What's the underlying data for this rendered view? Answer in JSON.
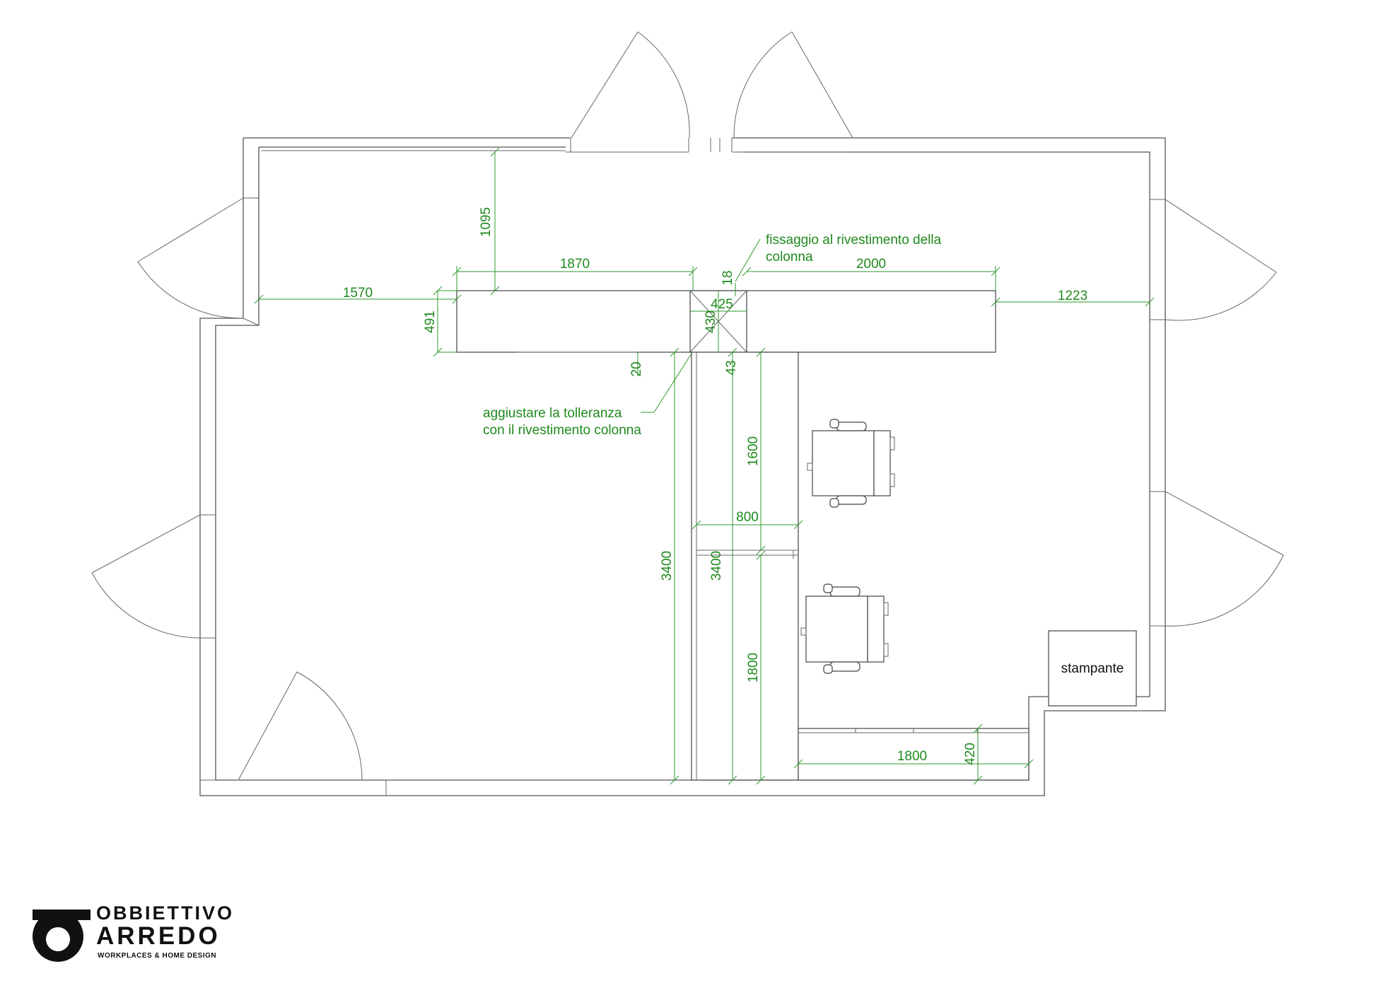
{
  "dimensions": {
    "d1095": "1095",
    "d1870": "1870",
    "d18": "18",
    "d2000": "2000",
    "d1570": "1570",
    "d1223": "1223",
    "d491": "491",
    "d425": "425",
    "d430": "430",
    "d20": "20",
    "d43": "43",
    "d1600": "1600",
    "d800": "800",
    "d3400a": "3400",
    "d3400b": "3400",
    "d1800v": "1800",
    "d1800h": "1800",
    "d420": "420"
  },
  "notes": {
    "fix_line1": "fissaggio al rivestimento della",
    "fix_line2": "colonna",
    "adj_line1": "aggiustare la tolleranza",
    "adj_line2": "con il rivestimento colonna"
  },
  "labels": {
    "printer": "stampante"
  },
  "logo": {
    "line1": "OBBIETTIVO",
    "line2": "ARREDO",
    "tagline": "WORKPLACES & HOME DESIGN"
  }
}
